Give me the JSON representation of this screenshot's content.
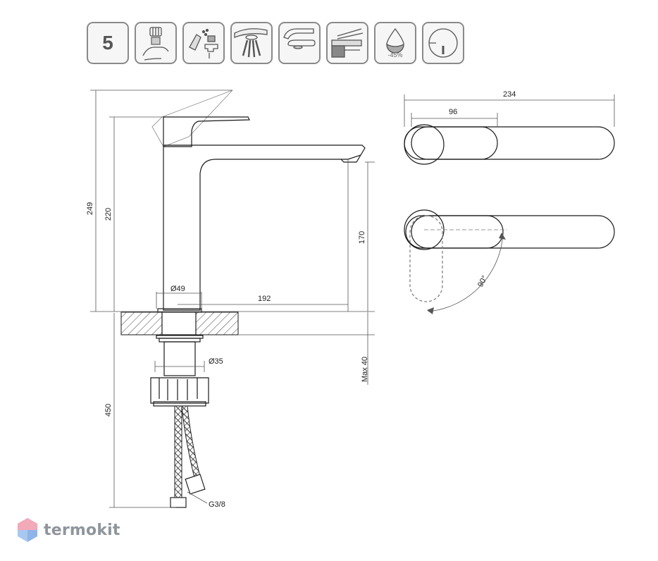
{
  "feature_icons": {
    "warranty_years": "5",
    "icons": [
      "warranty-icon",
      "aerator-cleaning-icon",
      "cleaning-spray-icon",
      "spray-aerator-icon",
      "eco-aerator-icon",
      "lever-cartridge-icon",
      "water-saving-icon",
      "cold-start-icon"
    ],
    "water_saving_label": "-45%"
  },
  "dimensions": {
    "total_height": "249",
    "body_height": "220",
    "spout_height": "170",
    "spout_reach": "192",
    "base_diameter": "Ø49",
    "shank_diameter": "Ø35",
    "max_counter_thickness": "Max 40",
    "hose_length": "450",
    "hose_connection": "G3/8",
    "top_total_length": "234",
    "top_lever_length": "96",
    "rotation_angle": "90°"
  },
  "watermark": {
    "brand": "termokit"
  },
  "colors": {
    "line": "#1a1a1a",
    "dimension_line": "#555555",
    "icon_border": "#8a8a8a",
    "logo_gray": "#8f959c",
    "logo_pink": "#f2a9b8",
    "logo_blue": "#a9c8f0"
  }
}
